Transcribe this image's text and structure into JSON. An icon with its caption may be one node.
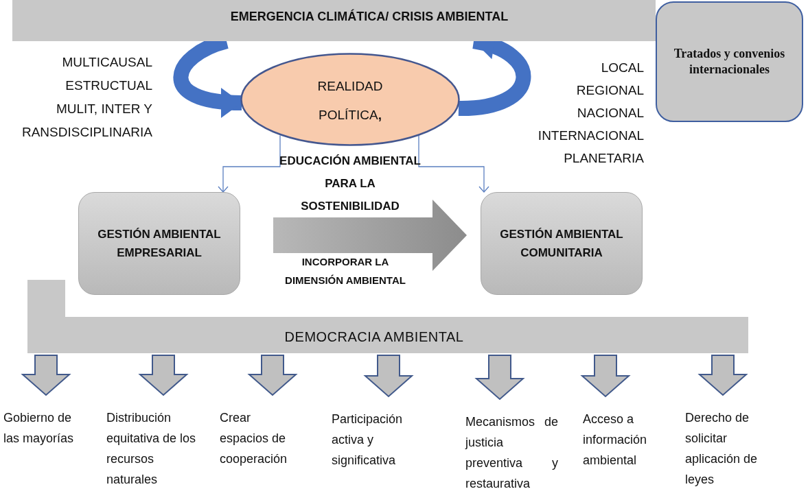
{
  "diagram": {
    "nodes": [
      {
        "text": [
          "EMERGENCIA CLIMÁTICA/ CRISIS AMBIENTAL"
        ]
      },
      {
        "text": [
          "Tratados y convenios internacionales"
        ]
      },
      {
        "text": [
          "REALIDAD POLÍTICA**,**"
        ]
      },
      {
        "text": [
          "GESTIÓN AMBIENTAL EMPRESARIAL"
        ]
      },
      {
        "text": [
          "GESTIÓN AMBIENTAL COMUNITARIA"
        ]
      },
      {
        "text": [
          "DEMOCRACIA AMBIENTAL"
        ]
      },
      {
        "text": [
          "Gobierno de las mayorías"
        ]
      },
      {
        "text": [
          "Distribución equitativa de los recursos naturales"
        ]
      },
      {
        "text": [
          "Crear espacios de cooperación"
        ]
      },
      {
        "text": [
          "Participación activa y significativa"
        ]
      },
      {
        "text": [
          "Mecanismos de justicia preventiva y restaurativa"
        ]
      },
      {
        "text": [
          "Acceso a información ambiental"
        ]
      },
      {
        "text": [
          "Derecho de solicitar aplicación de leyes"
        ]
      }
    ],
    "edges": [
      {
        "from": 0,
        "to": 2,
        "arrow": "to",
        "style": "thick",
        "color": "#4472c4"
      },
      {
        "from": 2,
        "to": 0,
        "arrow": "to",
        "style": "thick",
        "color": "#4472c4"
      },
      {
        "from": 2,
        "to": 3,
        "arrow": "to",
        "color": "#5b7fc0"
      },
      {
        "from": 2,
        "to": 4,
        "arrow": "to",
        "color": "#5b7fc0"
      },
      {
        "from": 3,
        "to": 4,
        "arrow": "to"
      },
      {
        "from": 5,
        "to": 6,
        "arrow": "to"
      },
      {
        "from": 5,
        "to": 7,
        "arrow": "to"
      },
      {
        "from": 5,
        "to": 8,
        "arrow": "to"
      },
      {
        "from": 5,
        "to": 9,
        "arrow": "to"
      },
      {
        "from": 5,
        "to": 10,
        "arrow": "to"
      },
      {
        "from": 5,
        "to": 11,
        "arrow": "to"
      },
      {
        "from": 5,
        "to": 12,
        "arrow": "to"
      }
    ],
    "labels": [
      "MULTICAUSAL",
      "ESTRUCTUAL",
      "MULIT, INTER Y",
      "RANSDISCIPLINARIA",
      "LOCAL",
      "REGIONAL",
      "NACIONAL",
      "INTERNACIONAL",
      "PLANETARIA",
      "EDUCACIÓN AMBIENTAL PARA LA SOSTENIBILIDAD",
      "INCORPORAR LA DIMENSIÓN AMBIENTAL"
    ]
  }
}
